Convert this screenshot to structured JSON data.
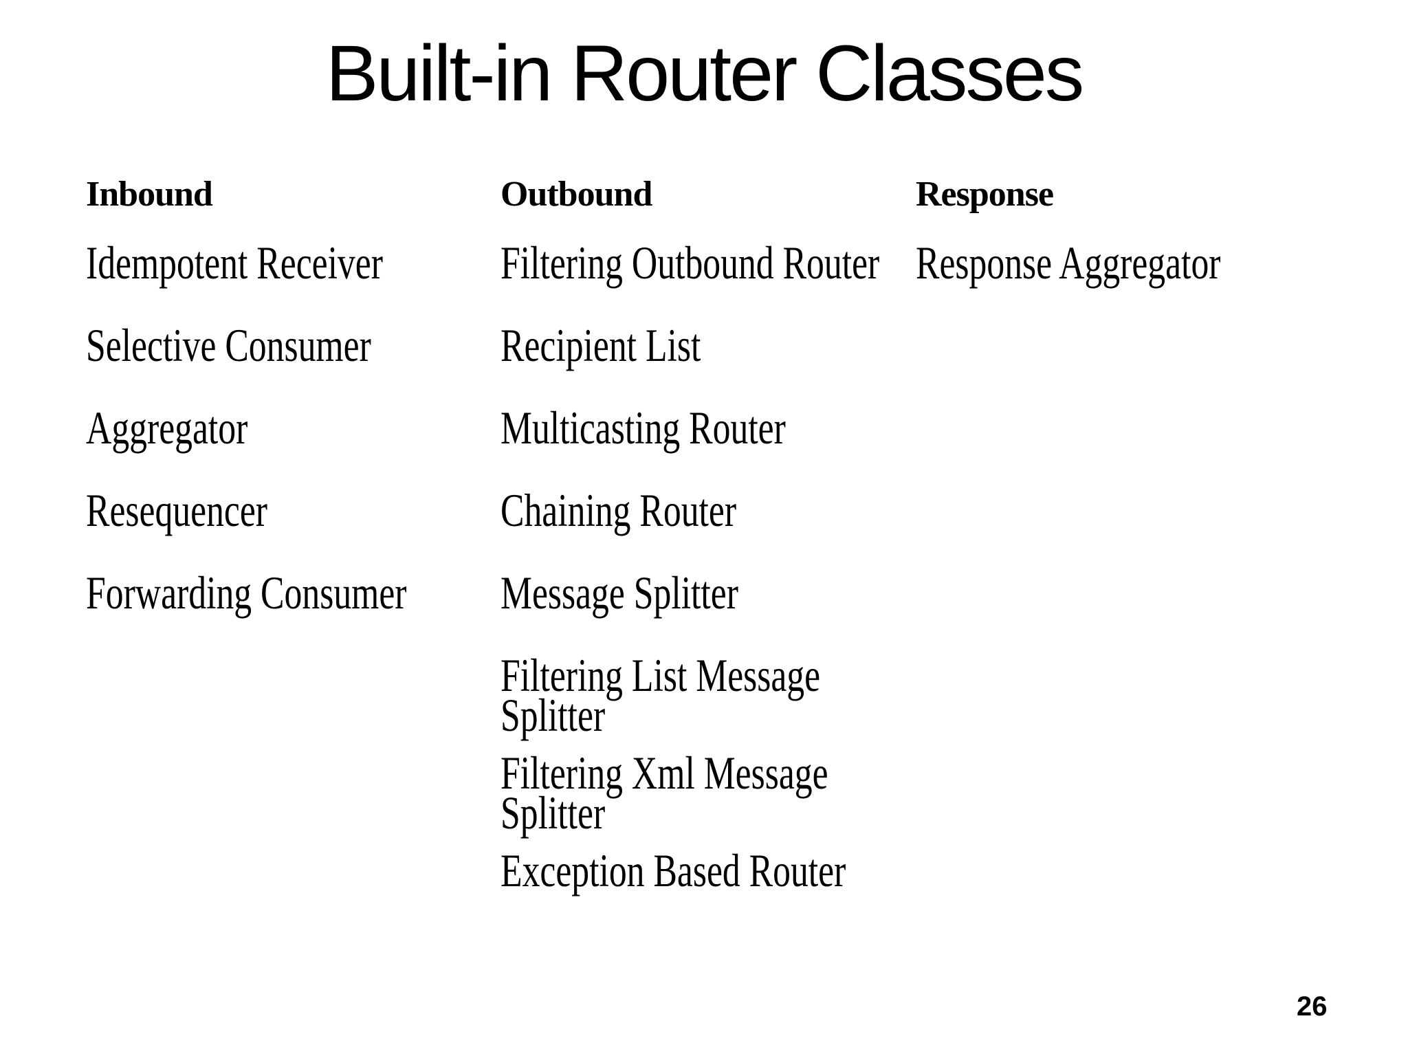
{
  "slide": {
    "title": "Built-in Router Classes",
    "page_number": "26",
    "background_color": "#ffffff",
    "text_color": "#000000",
    "columns": [
      {
        "header": "Inbound",
        "items": [
          "Idempotent Receiver",
          "Selective Consumer",
          "Aggregator",
          "Resequencer",
          "Forwarding Consumer"
        ]
      },
      {
        "header": "Outbound",
        "items": [
          "Filtering Outbound Router",
          "Recipient List",
          "Multicasting Router",
          "Chaining Router",
          "Message Splitter",
          "Filtering List Message Splitter",
          "Filtering Xml Message Splitter",
          "Exception Based Router"
        ]
      },
      {
        "header": "Response",
        "items": [
          "Response Aggregator"
        ]
      }
    ]
  }
}
